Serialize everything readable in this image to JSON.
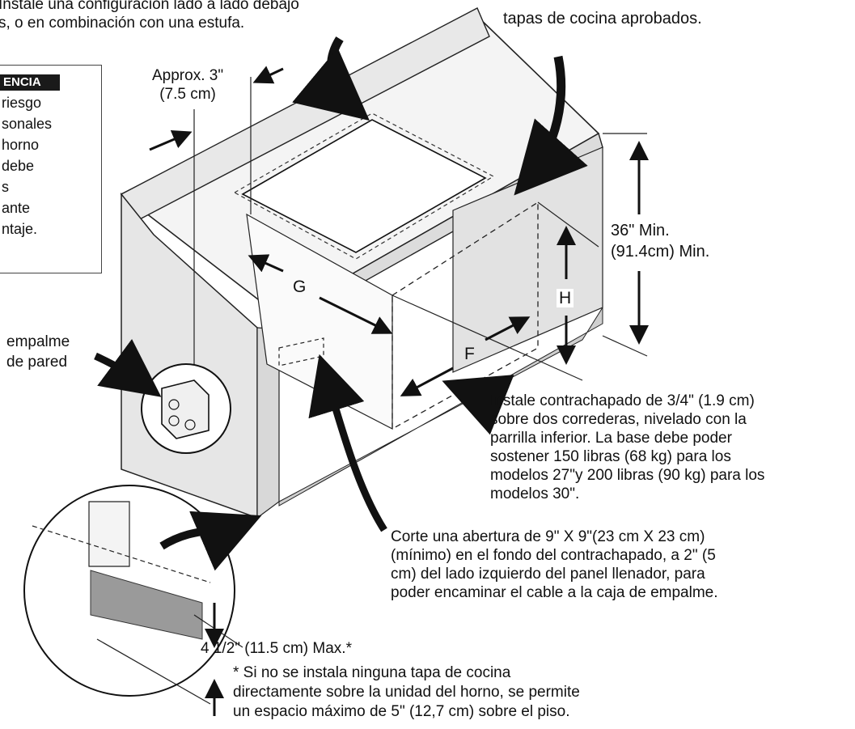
{
  "top_left_note": "Instale una configuración lado a lado debajo\ns, o en combinación con una estufa.",
  "top_right_note": "tapas de cocina aprobados.",
  "warning": {
    "heading": "ENCIA",
    "body": "riesgo\nsonales\n horno\ndebe\ns\nante\nntaje."
  },
  "junction_label": "empalme\nde pared",
  "approx_label": "Approx. 3\"\n(7.5 cm)",
  "height_label": "36\" Min.\n(91.4cm) Min.",
  "dim_letters": {
    "g": "G",
    "h": "H",
    "f": "F"
  },
  "plywood_note": "Instale contrachapado de 3/4\" (1.9 cm)\nsobre dos correderas, nivelado con la\nparrilla inferior. La base debe poder\nsostener 150 libras (68 kg) para los\nmodelos 27\"y 200 libras (90 kg) para los\nmodelos 30\".",
  "cutout_note": "Corte una abertura de 9\" X 9\"(23 cm X 23 cm)\n(mínimo) en el fondo del contrachapado, a 2\" (5\ncm) del lado izquierdo del panel llenador, para\npoder encaminar el cable a la caja de empalme.",
  "gap_label": "4 1/2\" (11.5 cm) Max.*",
  "footnote": "*  Si no se instala ninguna tapa de cocina\n    directamente sobre la unidad del horno, se permite\n    un espacio máximo de 5\" (12,7 cm) sobre el piso."
}
